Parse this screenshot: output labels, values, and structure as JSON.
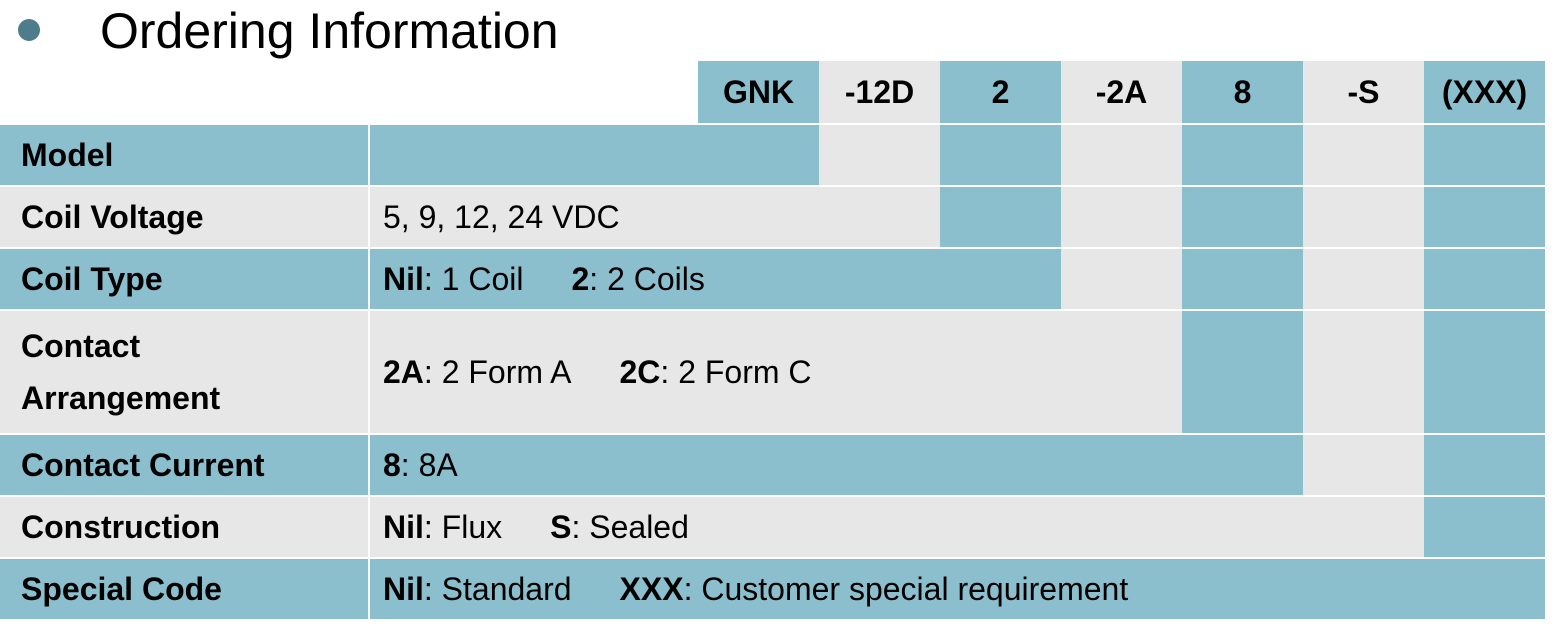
{
  "title": "Ordering Information",
  "colors": {
    "teal": "#8bbfcd",
    "gray": "#e7e7e8",
    "bullet": "#4e7c8a",
    "text": "#000000"
  },
  "part_number": {
    "segments": [
      "GNK",
      "-12D",
      "2",
      "-2A",
      "8",
      "-S",
      "(XXX)"
    ]
  },
  "rows": [
    {
      "label_lines": [
        "Model"
      ],
      "options": []
    },
    {
      "label_lines": [
        "Coil Voltage"
      ],
      "options": [
        {
          "code": "",
          "text": "5, 9, 12, 24 VDC"
        }
      ]
    },
    {
      "label_lines": [
        "Coil Type"
      ],
      "options": [
        {
          "code": "Nil",
          "text": ": 1 Coil"
        },
        {
          "code": "2",
          "text": ": 2 Coils"
        }
      ]
    },
    {
      "label_lines": [
        "Contact",
        "Arrangement"
      ],
      "options": [
        {
          "code": "2A",
          "text": ": 2 Form A"
        },
        {
          "code": "2C",
          "text": ": 2 Form C"
        }
      ]
    },
    {
      "label_lines": [
        "Contact Current"
      ],
      "options": [
        {
          "code": "8",
          "text": ": 8A"
        }
      ]
    },
    {
      "label_lines": [
        "Construction"
      ],
      "options": [
        {
          "code": "Nil",
          "text": ": Flux"
        },
        {
          "code": "S",
          "text": ": Sealed"
        }
      ]
    },
    {
      "label_lines": [
        "Special Code"
      ],
      "options": [
        {
          "code": "Nil",
          "text": ": Standard"
        },
        {
          "code": "XXX",
          "text": ": Customer special requirement"
        }
      ]
    }
  ]
}
